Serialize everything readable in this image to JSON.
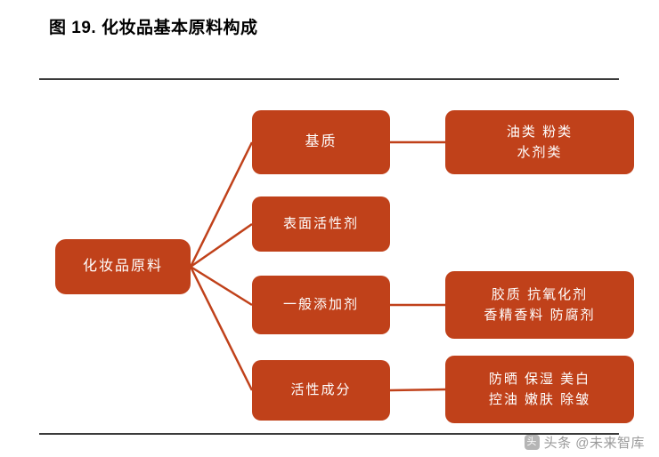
{
  "figure": {
    "title": "图 19. 化妆品基本原料构成"
  },
  "diagram": {
    "type": "tree",
    "root": {
      "label": "化妆品原料"
    },
    "level1": [
      {
        "id": "jizhi",
        "label": "基质"
      },
      {
        "id": "biaomian",
        "label": "表面活性剂"
      },
      {
        "id": "yiban",
        "label": "一般添加剂"
      },
      {
        "id": "huoxing",
        "label": "活性成分"
      }
    ],
    "level2": [
      {
        "parent": "jizhi",
        "lines": [
          "油类  粉类",
          "水剂类"
        ]
      },
      {
        "parent": "yiban",
        "lines": [
          "胶质  抗氧化剂",
          "香精香料  防腐剂"
        ]
      },
      {
        "parent": "huoxing",
        "lines": [
          "防晒  保湿  美白",
          "控油  嫩肤  除皱"
        ]
      }
    ],
    "colors": {
      "node_fill": "#c0411a",
      "connector": "#c0411a",
      "rule": "#3a3a3a",
      "node_text": "#ffffff"
    }
  },
  "watermark": {
    "logo_text": "头",
    "text": "头条 @未来智库"
  }
}
